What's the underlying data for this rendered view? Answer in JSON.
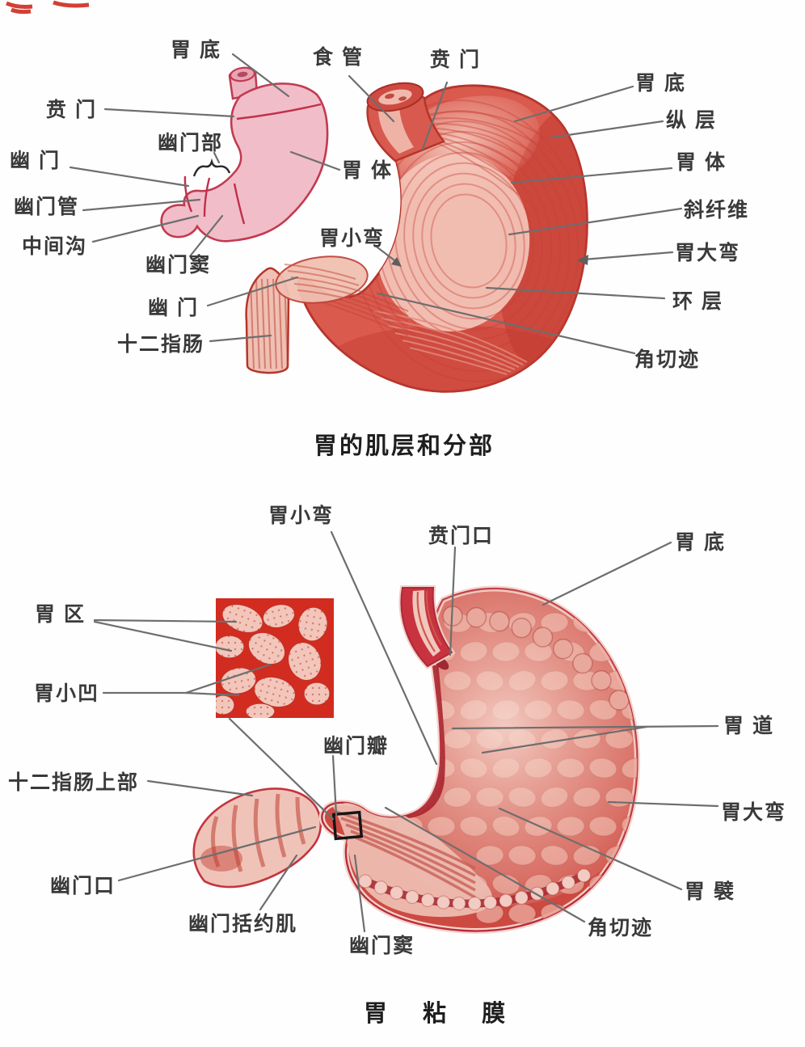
{
  "figure1": {
    "title": "胃的肌层和分部",
    "labels": [
      {
        "id": "fundus-small",
        "text": "胃 底"
      },
      {
        "id": "esophagus",
        "text": "食 管"
      },
      {
        "id": "cardia-top",
        "text": "贲 门"
      },
      {
        "id": "fundus-right",
        "text": "胃 底"
      },
      {
        "id": "longitudinal-layer",
        "text": "纵 层"
      },
      {
        "id": "cardia-left",
        "text": "贲 门"
      },
      {
        "id": "body-right",
        "text": "胃 体"
      },
      {
        "id": "pyloric-part",
        "text": "幽门部"
      },
      {
        "id": "body-small",
        "text": "胃 体"
      },
      {
        "id": "pylorus-upper",
        "text": "幽 门"
      },
      {
        "id": "oblique-fibers",
        "text": "斜纤维"
      },
      {
        "id": "pyloric-canal",
        "text": "幽门管"
      },
      {
        "id": "greater-curvature",
        "text": "胃大弯"
      },
      {
        "id": "intermediate-groove",
        "text": "中间沟"
      },
      {
        "id": "lesser-curvature",
        "text": "胃小弯"
      },
      {
        "id": "pyloric-antrum",
        "text": "幽门窦"
      },
      {
        "id": "circular-layer",
        "text": "环 层"
      },
      {
        "id": "pylorus-lower",
        "text": "幽 门"
      },
      {
        "id": "duodenum",
        "text": "十二指肠"
      },
      {
        "id": "angular-incisure",
        "text": "角切迹"
      }
    ]
  },
  "figure2": {
    "title": "胃 粘 膜",
    "labels": [
      {
        "id": "lesser-curvature",
        "text": "胃小弯"
      },
      {
        "id": "cardiac-orifice",
        "text": "贲门口"
      },
      {
        "id": "fundus",
        "text": "胃 底"
      },
      {
        "id": "gastric-areas",
        "text": "胃 区"
      },
      {
        "id": "gastric-pits",
        "text": "胃小凹"
      },
      {
        "id": "pyloric-valve",
        "text": "幽门瓣"
      },
      {
        "id": "gastric-canal",
        "text": "胃 道"
      },
      {
        "id": "duodenum-superior",
        "text": "十二指肠上部"
      },
      {
        "id": "greater-curvature",
        "text": "胃大弯"
      },
      {
        "id": "pyloric-orifice",
        "text": "幽门口"
      },
      {
        "id": "gastric-folds",
        "text": "胃 襞"
      },
      {
        "id": "pyloric-sphincter",
        "text": "幽门括约肌"
      },
      {
        "id": "angular-incisure",
        "text": "角切迹"
      },
      {
        "id": "pyloric-antrum",
        "text": "幽门窦"
      }
    ]
  },
  "colors": {
    "label_text": "#3a3a3a",
    "leader_line": "#6e6e6e",
    "title_text": "#1e1e1e",
    "muscle_red": "#d4574c",
    "muscle_deep": "#b93227",
    "muscle_highlight": "#f4c6ba",
    "outline_diagram_fill": "#f1bdc9",
    "outline_diagram_stroke": "#c23a50",
    "mucosa_base": "#cd4a42",
    "mucosa_mound": "#e8a195",
    "mucosa_rim": "#f3d4cc",
    "inset_background": "#d22b20",
    "marker_square": "#151515"
  }
}
